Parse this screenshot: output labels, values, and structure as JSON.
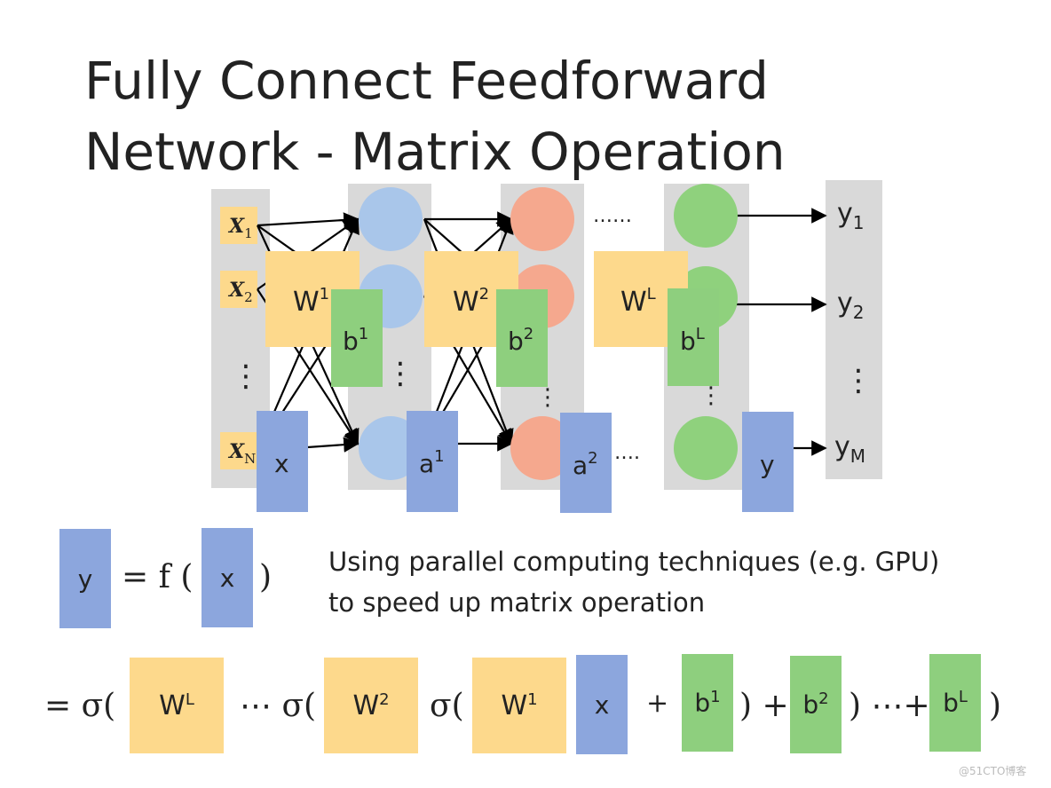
{
  "title": {
    "line1": "Fully Connect Feedforward",
    "line2": "Network - Matrix Operation"
  },
  "network": {
    "inputs": [
      "X",
      "X",
      "X"
    ],
    "input_subs": [
      "1",
      "2",
      "N"
    ],
    "input_vdots": "⋮",
    "outputs": [
      "y",
      "y",
      "y"
    ],
    "output_subs": [
      "1",
      "2",
      "M"
    ],
    "output_vdots": "⋮",
    "layer_vdots": "⋮",
    "hdots": "……",
    "hdots2": "….",
    "weights": [
      {
        "base": "W",
        "sup": "1"
      },
      {
        "base": "W",
        "sup": "2"
      },
      {
        "base": "W",
        "sup": "L"
      }
    ],
    "biases": [
      {
        "base": "b",
        "sup": "1"
      },
      {
        "base": "b",
        "sup": "2"
      },
      {
        "base": "b",
        "sup": "L"
      }
    ],
    "vectors": [
      {
        "base": "x",
        "sup": ""
      },
      {
        "base": "a",
        "sup": "1"
      },
      {
        "base": "a",
        "sup": "2"
      },
      {
        "base": "y",
        "sup": ""
      }
    ]
  },
  "equation1": {
    "y": "y",
    "eq": "= f (",
    "x": "x",
    "close": ")"
  },
  "note": {
    "line1": "Using parallel computing techniques (e.g. GPU)",
    "line2": "to speed up matrix operation"
  },
  "equation2": {
    "start": "= σ(",
    "WL_base": "W",
    "WL_sup": "L",
    "dots1": "⋯ σ(",
    "W2_base": "W",
    "W2_sup": "2",
    "sigma": "σ(",
    "W1_base": "W",
    "W1_sup": "1",
    "x": "x",
    "plus1": "+",
    "b1_base": "b",
    "b1_sup": "1",
    "close_plus": ") +",
    "b2_base": "b",
    "b2_sup": "2",
    "close_dots_plus": ") ⋯+",
    "bL_base": "b",
    "bL_sup": "L",
    "close": ")"
  },
  "watermark": "@51CTO博客",
  "colors": {
    "panel": "#d9d9d9",
    "input_box": "#fdd98c",
    "hidden1": "#a9c6ea",
    "hidden2": "#f5a88e",
    "hiddenL": "#8fd17d",
    "weight": "#fdd98c",
    "bias": "#8ecf7e",
    "vector": "#8ca6dd"
  }
}
